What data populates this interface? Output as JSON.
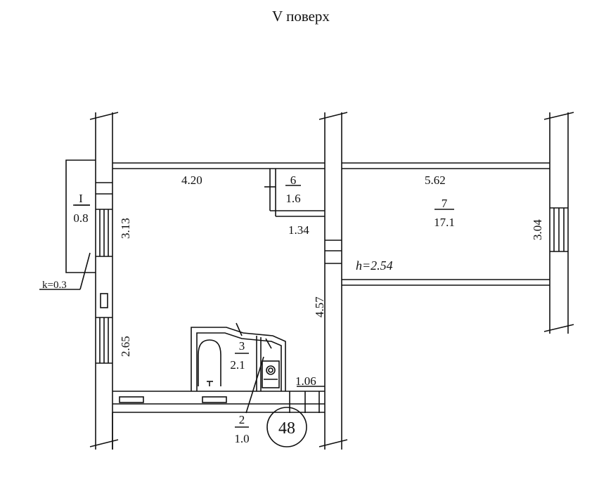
{
  "title": "V поверх",
  "apartment_number": "48",
  "ceiling_height": "h=2.54",
  "coefficient": "k=0.3",
  "rooms": {
    "balcony": {
      "number": "I",
      "area": "0.8"
    },
    "corridor": {
      "number": "2",
      "area": "1.0"
    },
    "bathroom": {
      "number": "3",
      "area": "2.1"
    },
    "closet": {
      "number": "6",
      "area": "1.6"
    },
    "room": {
      "number": "7",
      "area": "17.1"
    }
  },
  "dimensions": {
    "top_left_width": "4.20",
    "top_right_width": "5.62",
    "left_upper_height": "3.13",
    "left_lower_height": "2.65",
    "middle_height": "4.57",
    "right_height": "3.04",
    "closet_width": "1.34",
    "entrance_width": "1.06"
  },
  "colors": {
    "line": "#111111",
    "background": "#ffffff"
  }
}
